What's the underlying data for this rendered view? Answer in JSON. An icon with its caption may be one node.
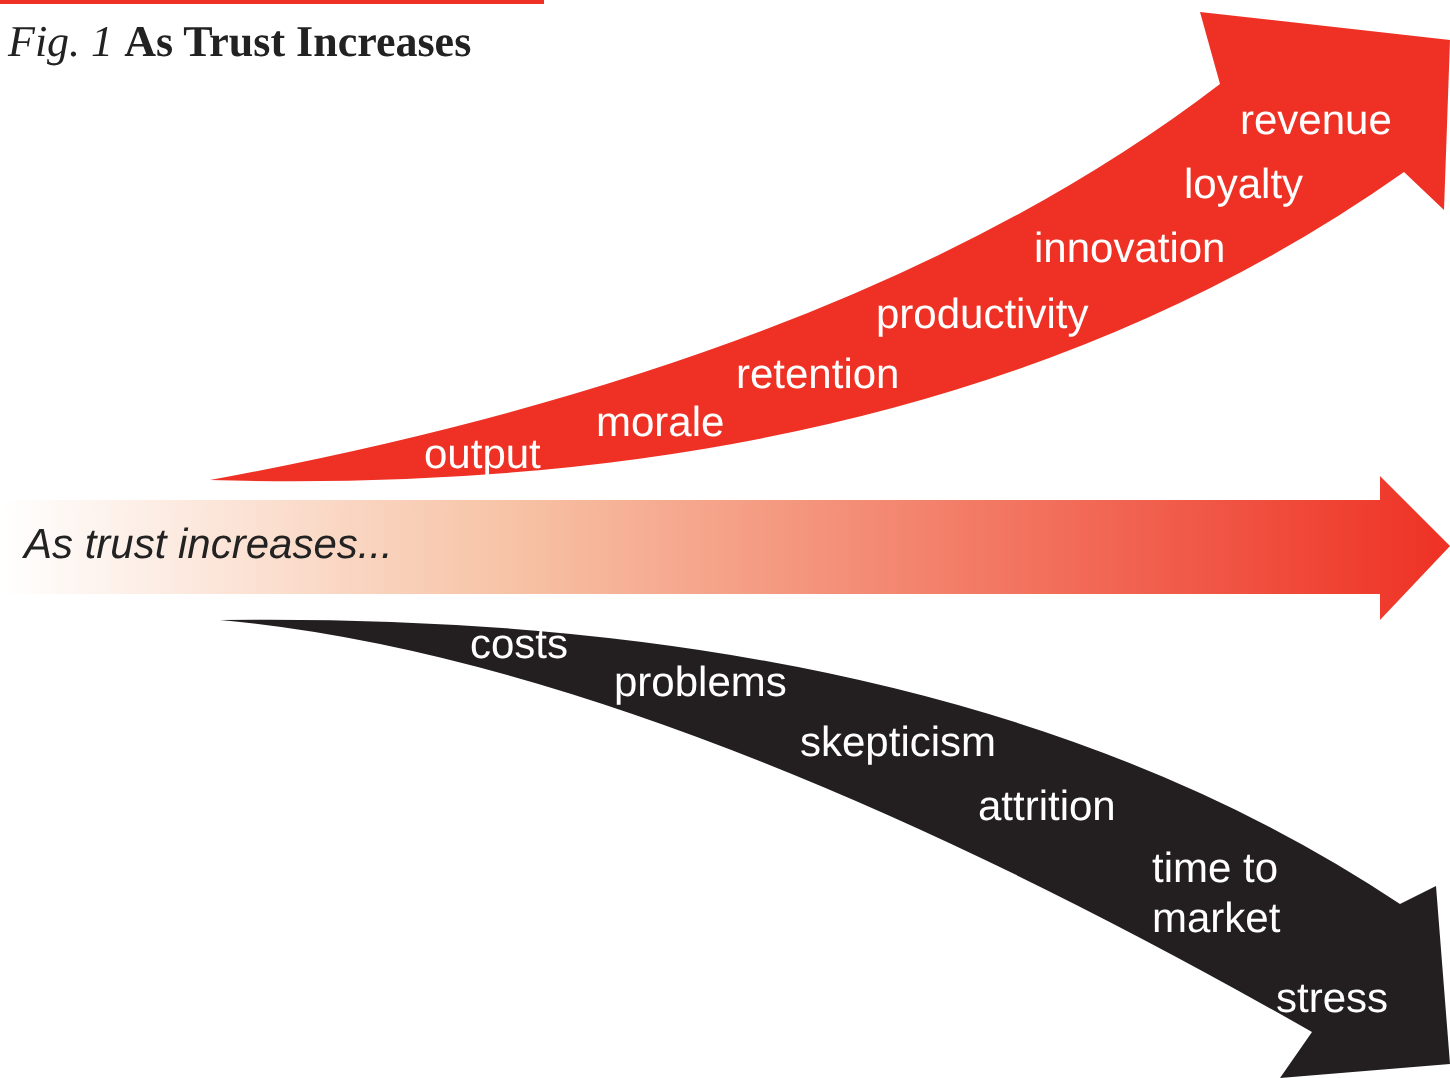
{
  "diagram": {
    "title": "*Fig. 1* **As Trust Increases**",
    "nodes": [
      {
        "text": [
          "output",
          "morale",
          "retention",
          "productivity",
          "innovation",
          "loyalty",
          "revenue"
        ]
      },
      {
        "text": [
          "As trust increases..."
        ]
      },
      {
        "text": [
          "costs",
          "problems",
          "skepticism",
          "attrition",
          "time to market",
          "stress"
        ]
      }
    ]
  }
}
